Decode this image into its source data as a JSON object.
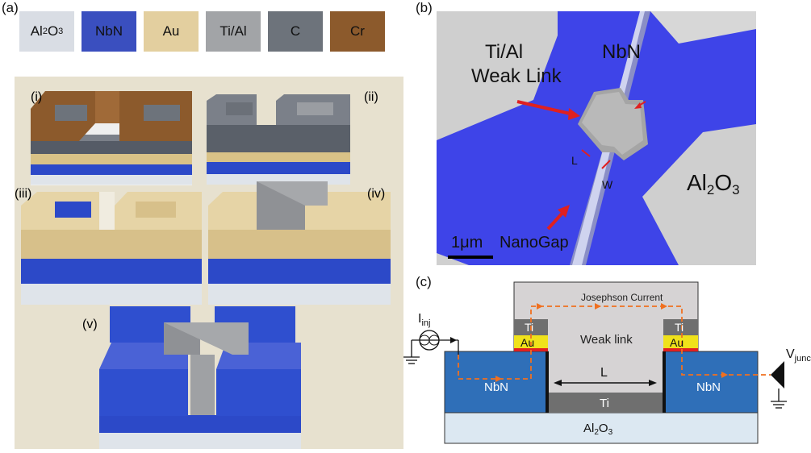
{
  "panels": {
    "a": "(a)",
    "b": "(b)",
    "c": "(c)"
  },
  "legend": [
    {
      "label": "Al",
      "sub": "2",
      "label2": "O",
      "sub2": "3",
      "color": "#d9dde4"
    },
    {
      "label": "NbN",
      "color": "#3a4fbf"
    },
    {
      "label": "Au",
      "color": "#e3cf9f"
    },
    {
      "label": "Ti/Al",
      "color": "#a2a4a7"
    },
    {
      "label": "C",
      "color": "#6d737b"
    },
    {
      "label": "Cr",
      "color": "#8c5a2c"
    }
  ],
  "steps": {
    "i": "(i)",
    "ii": "(ii)",
    "iii": "(iii)",
    "iv": "(iv)",
    "v": "(v)"
  },
  "sem": {
    "tial_line1": "Ti/Al",
    "tial_line2": "Weak Link",
    "nbn": "NbN",
    "al2o3_main": "Al",
    "al2o3_sub1": "2",
    "al2o3_o": "O",
    "al2o3_sub2": "3",
    "L": "L",
    "W": "W",
    "scale": "1μm",
    "nanogap": "NanoGap"
  },
  "schematic": {
    "josephson": "Josephson Current",
    "weak_link": "Weak link",
    "ti_left": "Ti",
    "ti_right": "Ti",
    "au_left": "Au",
    "au_right": "Au",
    "L": "L",
    "ti_bottom": "Ti",
    "nbn_left": "NbN",
    "nbn_right": "NbN",
    "substrate_main": "Al",
    "substrate_sub1": "2",
    "substrate_o": "O",
    "substrate_sub2": "3",
    "iinj": "I",
    "iinj_sub": "inj",
    "vjunc": "V",
    "vjunc_sub": "junc"
  },
  "colors": {
    "nbn": "#2f6fb8",
    "substrate": "#dce8f2",
    "weak_link": "#d6d3d4",
    "ti": "#6f6f6f",
    "au": "#f0e21a",
    "current": "#f07020",
    "sem_blue": "#3e44e8",
    "sem_gray": "#cfcfcf",
    "arrow_red": "#e02020"
  }
}
